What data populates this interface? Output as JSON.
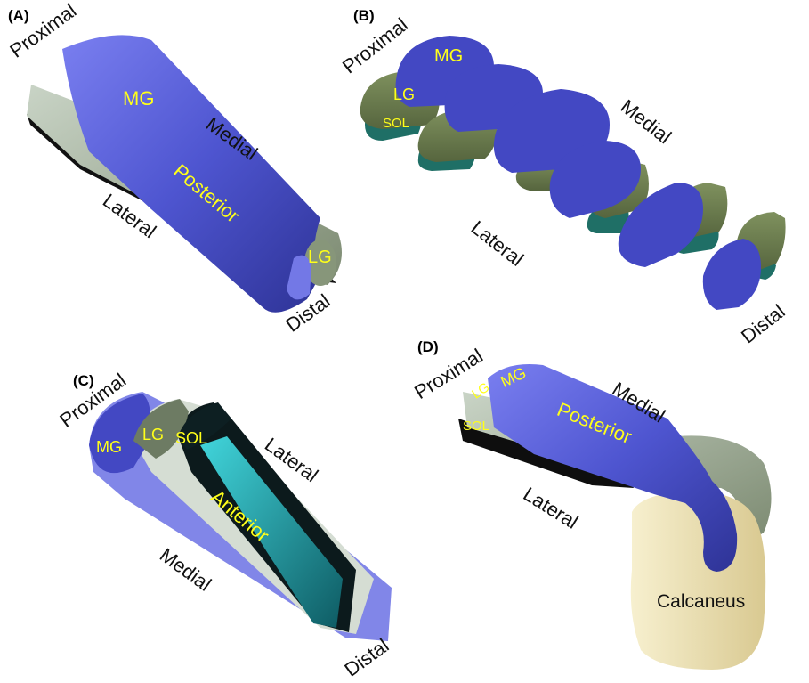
{
  "panels": {
    "A": {
      "label": "(A)",
      "proximal": "Proximal",
      "medial": "Medial",
      "lateral": "Lateral",
      "distal": "Distal",
      "mg": "MG",
      "lg": "LG",
      "posterior": "Posterior"
    },
    "B": {
      "label": "(B)",
      "proximal": "Proximal",
      "medial": "Medial",
      "lateral": "Lateral",
      "distal": "Distal",
      "mg": "MG",
      "lg": "LG",
      "sol": "SOL"
    },
    "C": {
      "label": "(C)",
      "proximal": "Proximal",
      "lateral": "Lateral",
      "medial": "Medial",
      "distal": "Distal",
      "mg": "MG",
      "lg": "LG",
      "sol": "SOL",
      "anterior": "Anterior"
    },
    "D": {
      "label": "(D)",
      "proximal": "Proximal",
      "medial": "Medial",
      "lateral": "Lateral",
      "mg": "MG",
      "lg": "LG",
      "sol": "SOL",
      "posterior": "Posterior",
      "calcaneus": "Calcaneus"
    }
  },
  "colors": {
    "mg": "#4a50c8",
    "lg": "#6f7f52",
    "sol": "#1f6f66",
    "sol_anterior": "#33c6cc",
    "calcaneus": "#efe4b6",
    "label_text": "#ffff1a"
  }
}
